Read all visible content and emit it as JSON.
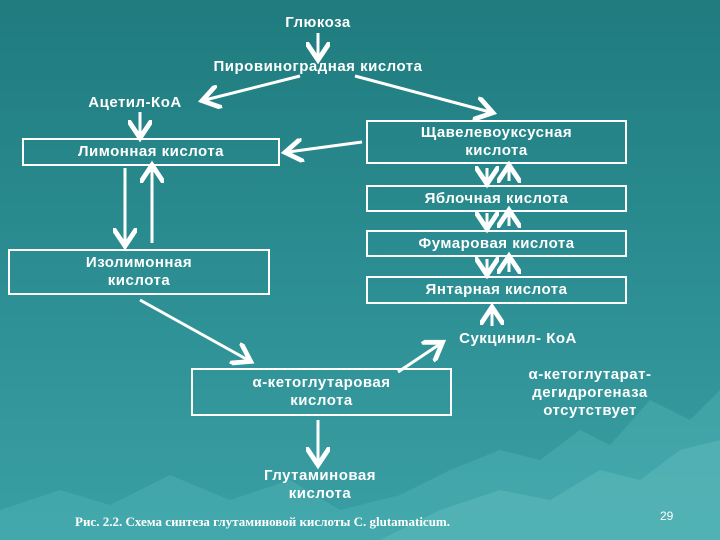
{
  "nodes": {
    "glucose": "Глюкоза",
    "pyruvic": "Пировиноградная кислота",
    "acetyl_coa": "Ацетил-КоА",
    "citric": "Лимонная кислота",
    "oxaloacetic": [
      "Щавелевоуксусная",
      "кислота"
    ],
    "malic": "Яблочная кислота",
    "fumaric": "Фумаровая кислота",
    "succinic": "Янтарная кислота",
    "isocitric": [
      "Изолимонная",
      "кислота"
    ],
    "succinyl_coa": "Сукцинил- КоА",
    "ketoglutaric": [
      "α-кетоглутаровая",
      "кислота"
    ],
    "dehydrogenase_note": [
      "α-кетоглутарат-",
      "дегидрогеназа",
      "отсутствует"
    ],
    "glutamic": [
      "Глутаминовая",
      "кислота"
    ]
  },
  "caption": "Рис. 2.2. Схема синтеза глутаминовой кислоты C. glutamaticum.",
  "page_number": "29",
  "colors": {
    "background": "#2a8c90",
    "foreground": "#ffffff"
  }
}
